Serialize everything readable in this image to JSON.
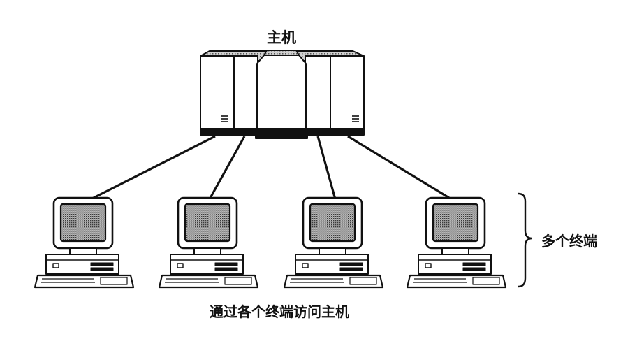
{
  "diagram": {
    "host_label": "主机",
    "terminals_label": "多个终端",
    "caption": "通过各个终端访问主机",
    "terminal_count": 4,
    "line_color": "#111111",
    "screen_color": "#8a8a8a"
  }
}
